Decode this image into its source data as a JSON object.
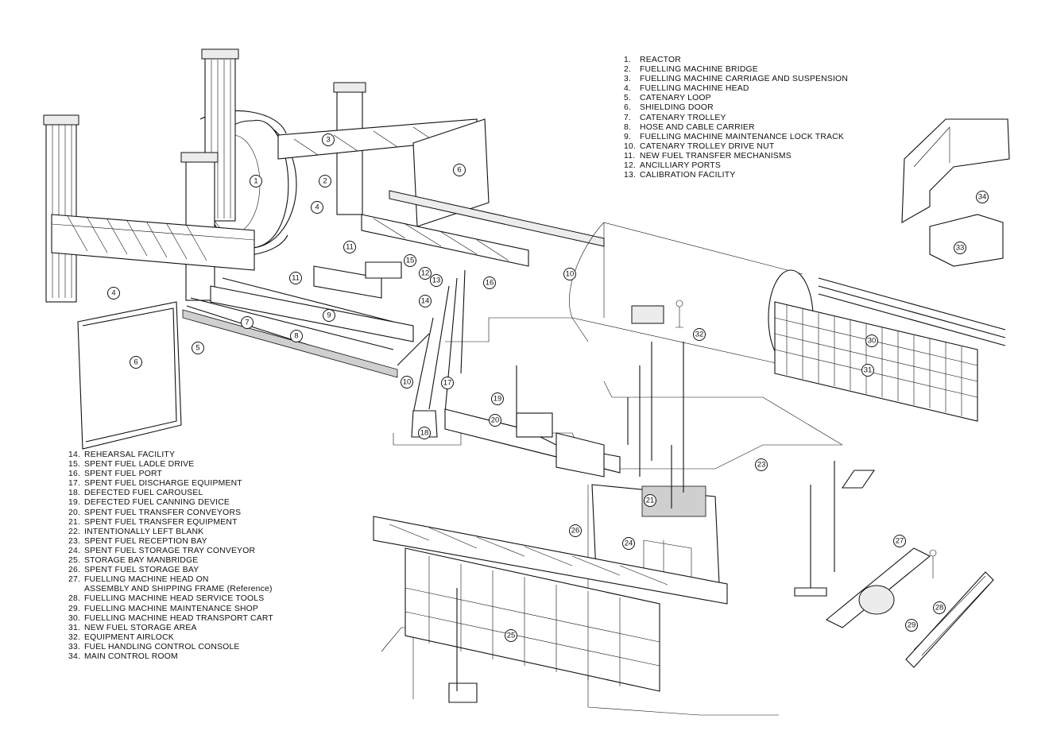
{
  "legend_top": [
    {
      "num": "1.",
      "label": "REACTOR"
    },
    {
      "num": "2.",
      "label": "FUELLING MACHINE BRIDGE"
    },
    {
      "num": "3.",
      "label": "FUELLING MACHINE CARRIAGE AND SUSPENSION"
    },
    {
      "num": "4.",
      "label": "FUELLING MACHINE HEAD"
    },
    {
      "num": "5.",
      "label": "CATENARY LOOP"
    },
    {
      "num": "6.",
      "label": "SHIELDING DOOR"
    },
    {
      "num": "7.",
      "label": "CATENARY TROLLEY"
    },
    {
      "num": "8.",
      "label": "HOSE AND CABLE CARRIER"
    },
    {
      "num": "9.",
      "label": "FUELLING MACHINE MAINTENANCE LOCK TRACK"
    },
    {
      "num": "10.",
      "label": "CATENARY TROLLEY DRIVE NUT"
    },
    {
      "num": "11.",
      "label": "NEW FUEL TRANSFER MECHANISMS"
    },
    {
      "num": "12.",
      "label": "ANCILLIARY PORTS"
    },
    {
      "num": "13.",
      "label": "CALIBRATION FACILITY"
    }
  ],
  "legend_bottom": [
    {
      "num": "14.",
      "label": "REHEARSAL FACILITY"
    },
    {
      "num": "15.",
      "label": "SPENT FUEL LADLE DRIVE"
    },
    {
      "num": "16.",
      "label": "SPENT FUEL PORT"
    },
    {
      "num": "17.",
      "label": "SPENT FUEL DISCHARGE EQUIPMENT"
    },
    {
      "num": "18.",
      "label": "DEFECTED FUEL CAROUSEL"
    },
    {
      "num": "19.",
      "label": "DEFECTED FUEL CANNING DEVICE"
    },
    {
      "num": "20.",
      "label": "SPENT FUEL TRANSFER CONVEYORS"
    },
    {
      "num": "21.",
      "label": "SPENT FUEL TRANSFER EQUIPMENT"
    },
    {
      "num": "22.",
      "label": "INTENTIONALLY LEFT BLANK"
    },
    {
      "num": "23.",
      "label": "SPENT FUEL RECEPTION BAY"
    },
    {
      "num": "24.",
      "label": "SPENT FUEL STORAGE TRAY CONVEYOR"
    },
    {
      "num": "25.",
      "label": "STORAGE BAY MANBRIDGE"
    },
    {
      "num": "26.",
      "label": "SPENT FUEL STORAGE BAY"
    },
    {
      "num": "27.",
      "label": "FUELLING MACHINE HEAD ON"
    },
    {
      "num": "",
      "label": "ASSEMBLY AND SHIPPING FRAME (Reference)"
    },
    {
      "num": "28.",
      "label": "FUELLING MACHINE HEAD SERVICE TOOLS"
    },
    {
      "num": "29.",
      "label": "FUELLING MACHINE MAINTENANCE SHOP"
    },
    {
      "num": "30.",
      "label": "FUELLING MACHINE HEAD TRANSPORT CART"
    },
    {
      "num": "31.",
      "label": "NEW FUEL STORAGE AREA"
    },
    {
      "num": "32.",
      "label": "EQUIPMENT AIRLOCK"
    },
    {
      "num": "33.",
      "label": "FUEL HANDLING CONTROL CONSOLE"
    },
    {
      "num": "34.",
      "label": "MAIN CONTROL ROOM"
    }
  ],
  "callouts": [
    "1",
    "2",
    "3",
    "4",
    "4",
    "5",
    "6",
    "6",
    "7",
    "8",
    "9",
    "10",
    "10",
    "11",
    "11",
    "12",
    "13",
    "14",
    "15",
    "16",
    "17",
    "18",
    "19",
    "20",
    "21",
    "23",
    "24",
    "25",
    "26",
    "27",
    "28",
    "29",
    "30",
    "31",
    "32",
    "33",
    "34"
  ]
}
